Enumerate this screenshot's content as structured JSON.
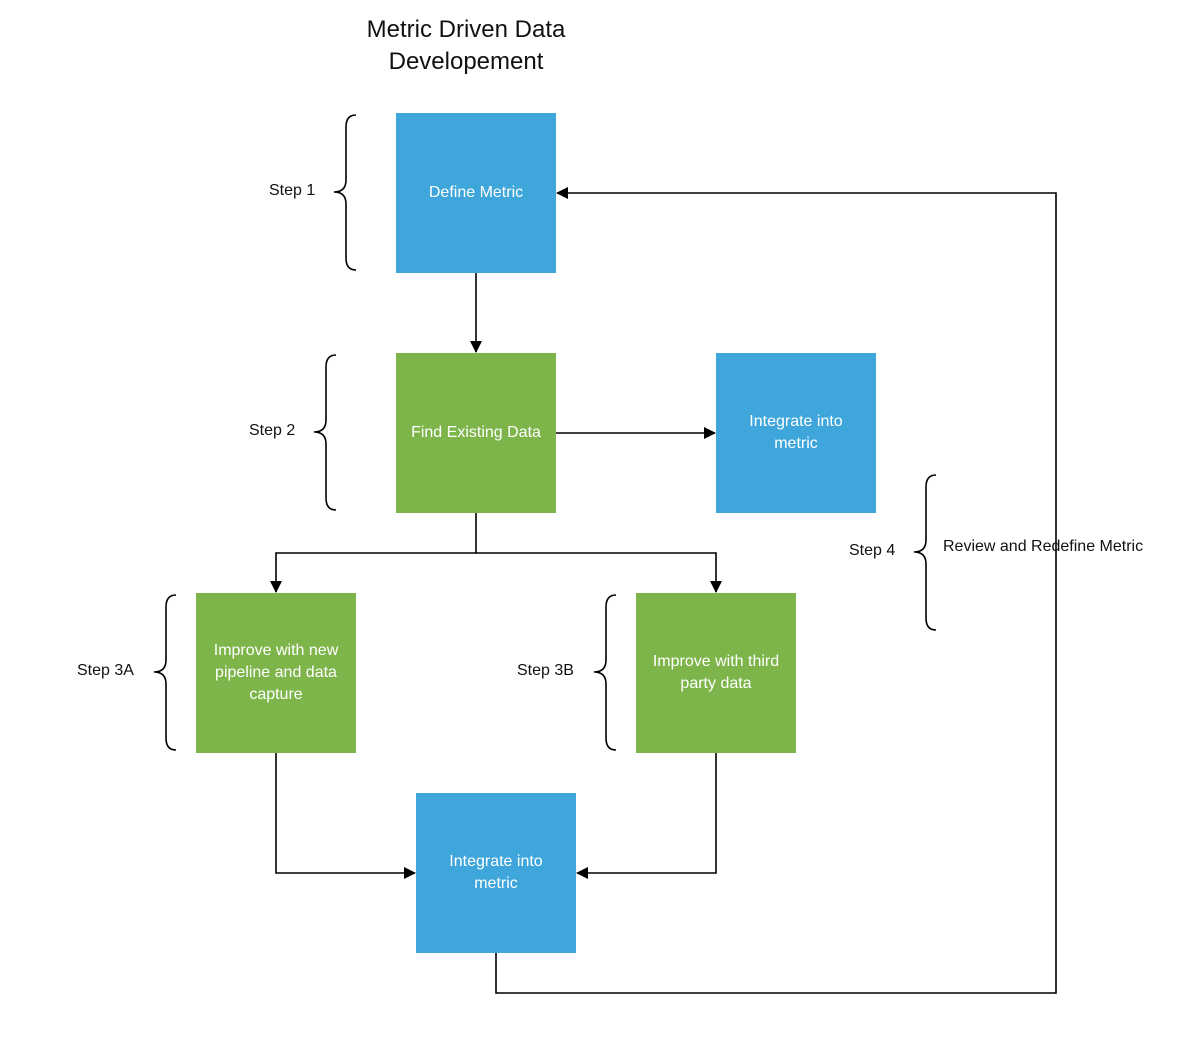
{
  "diagram": {
    "title_line1": "Metric Driven Data",
    "title_line2": "Developement",
    "colors": {
      "blue": "#3ea6db",
      "green": "#7db54a",
      "line": "#000000"
    },
    "nodes": {
      "define_metric": {
        "label": "Define Metric",
        "color": "blue"
      },
      "find_existing_data": {
        "label": "Find Existing Data",
        "color": "green"
      },
      "integrate_top": {
        "label": "Integrate into metric",
        "color": "blue"
      },
      "improve_pipeline": {
        "label": "Improve with new pipeline and data capture",
        "color": "green"
      },
      "improve_third_party": {
        "label": "Improve with third party data",
        "color": "green"
      },
      "integrate_bottom": {
        "label": "Integrate into metric",
        "color": "blue"
      }
    },
    "steps": {
      "step1": "Step 1",
      "step2": "Step 2",
      "step3a": "Step 3A",
      "step3b": "Step 3B",
      "step4": "Step 4",
      "step4_note": "Review and Redefine Metric"
    }
  }
}
